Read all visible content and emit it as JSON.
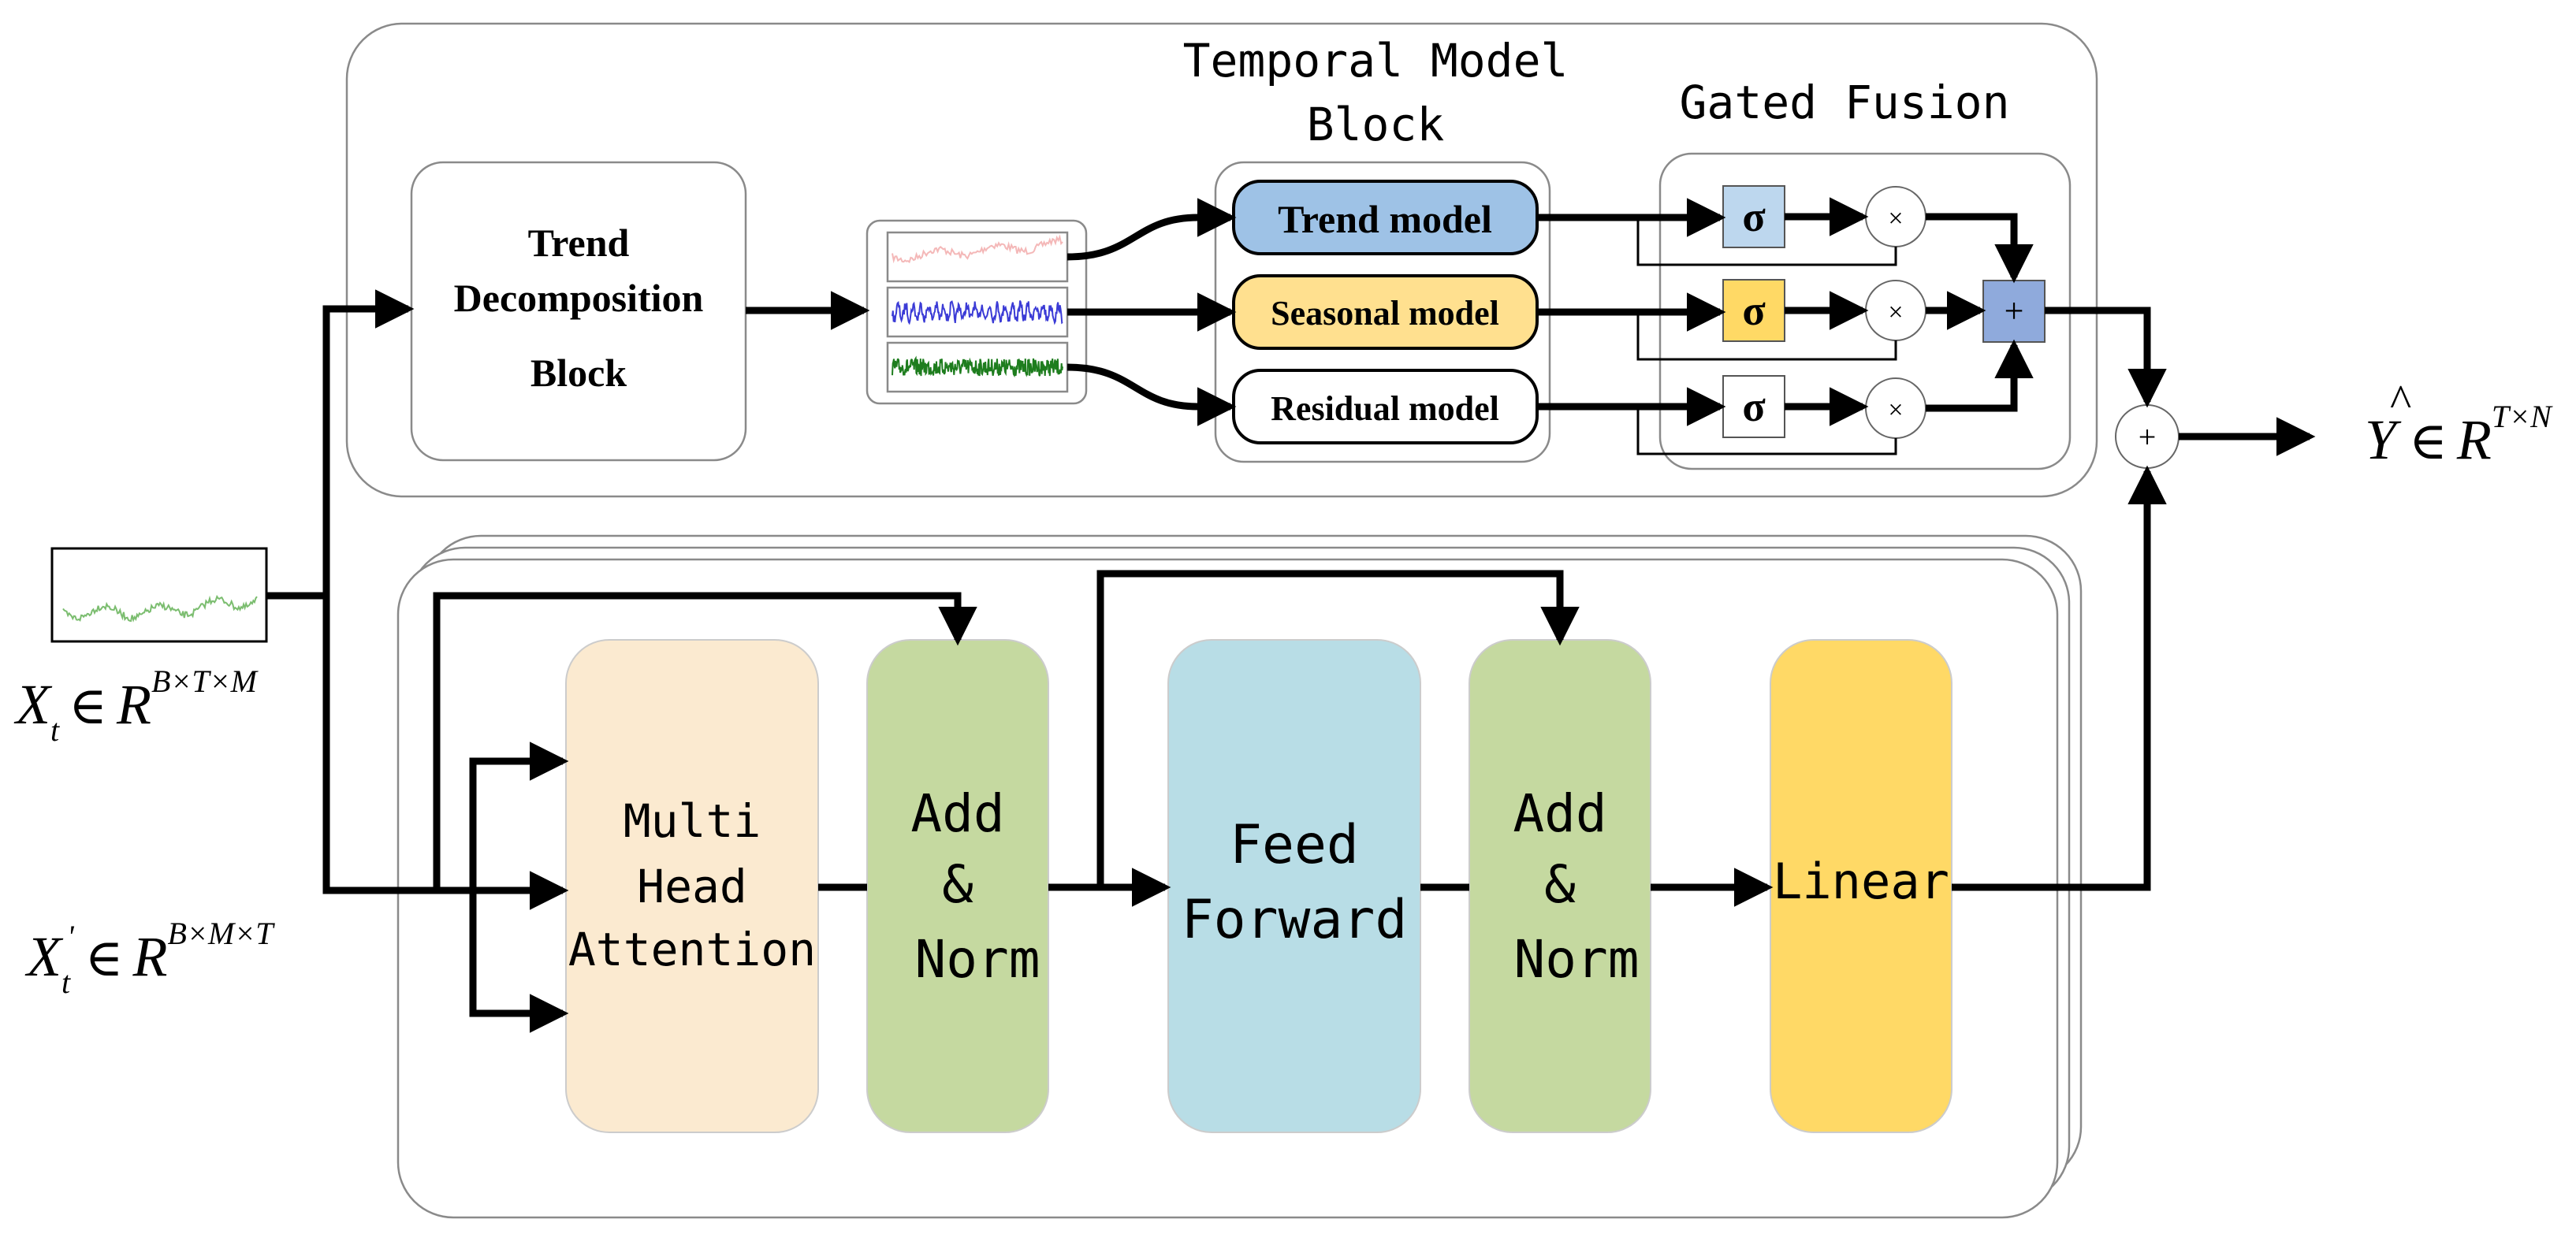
{
  "inputs": {
    "xt": {
      "base": "X",
      "sub": "t",
      "rel": "∈",
      "set": "R",
      "sup": "B×T×M"
    },
    "xt_prime": {
      "base": "X",
      "sub": "t",
      "prime": "'",
      "rel": "∈",
      "set": "R",
      "sup": "B×M×T"
    }
  },
  "output": {
    "base": "Y",
    "hat": "^",
    "rel": "∈",
    "set": "R",
    "sup": "T×N"
  },
  "top": {
    "decomposition": {
      "line1": "Trend",
      "line2": "Decomposition",
      "line3": "Block"
    },
    "temporal_title": {
      "line1": "Temporal Model",
      "line2": "Block"
    },
    "models": [
      {
        "label": "Trend model",
        "color": "#9ec2e6"
      },
      {
        "label": "Seasonal model",
        "color": "#ffe08f"
      },
      {
        "label": "Residual model",
        "color": "#ffffff"
      }
    ],
    "fusion_title": "Gated Fusion",
    "sigma": "σ",
    "gates": [
      {
        "color": "#bdd7ee"
      },
      {
        "color": "#ffd965"
      },
      {
        "color": "#ffffff"
      }
    ],
    "multiply": "×",
    "plus": "+",
    "sum_color": "#8faadc",
    "series_colors": [
      "#f4b8b8",
      "#3b3bd6",
      "#1e7d1e"
    ]
  },
  "bottom": {
    "attention": {
      "line1": "Multi",
      "line2": "Head",
      "line3": "Attention",
      "color": "#fbead0"
    },
    "addnorm1": {
      "line1": "Add",
      "line2": "&",
      "line3": "Norm",
      "color": "#c5d9a0"
    },
    "feedforward": {
      "line1": "Feed",
      "line2": "Forward",
      "color": "#b8dde6"
    },
    "addnorm2": {
      "line1": "Add",
      "line2": "&",
      "line3": "Norm",
      "color": "#c5d9a0"
    },
    "linear": {
      "label": "Linear",
      "color": "#ffd966"
    }
  },
  "final_sum": "+"
}
